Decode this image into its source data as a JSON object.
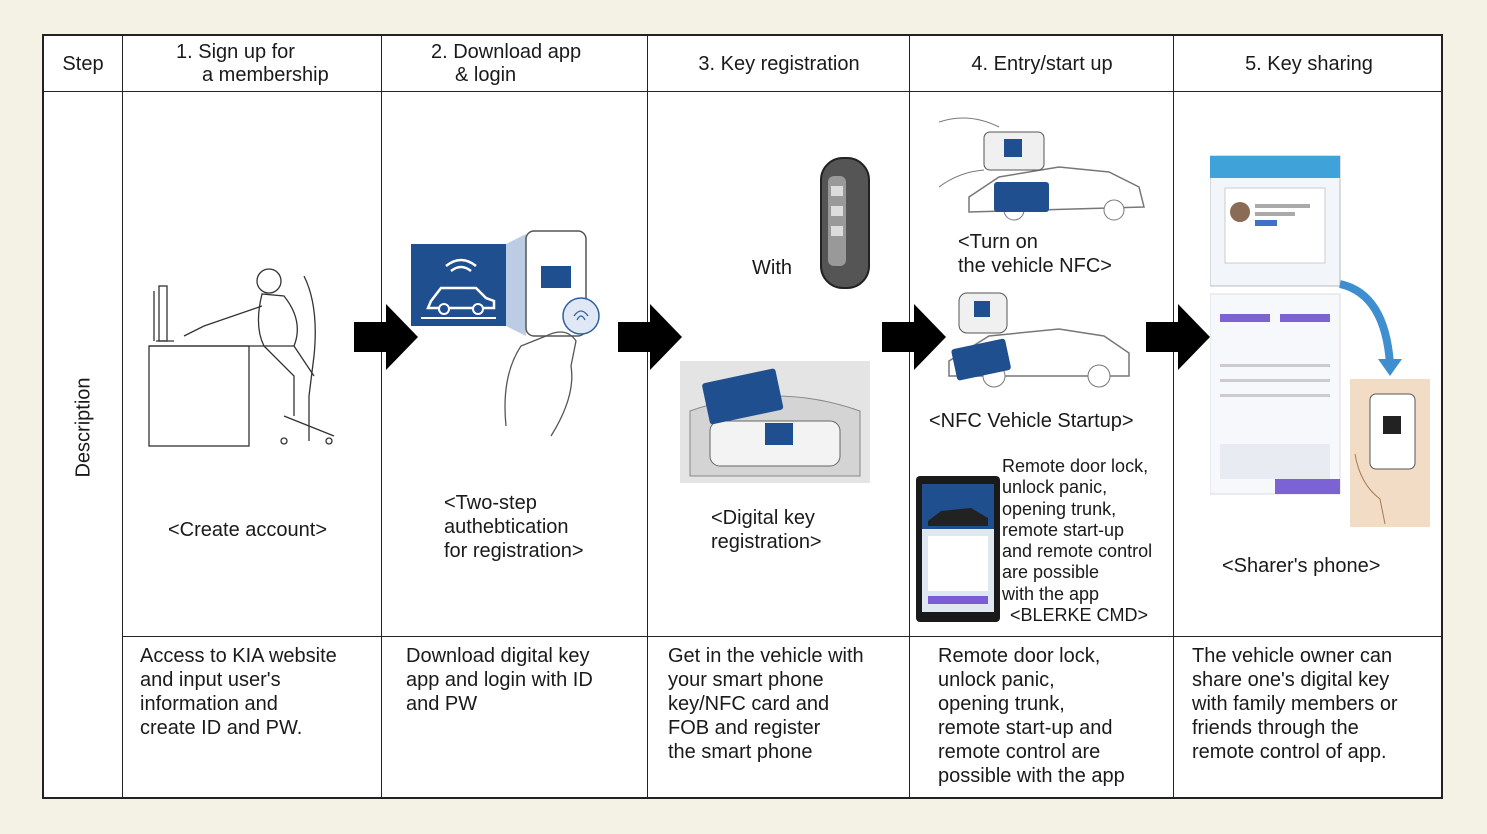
{
  "header": {
    "step_label": "Step",
    "col1": "1.  Sign up for\n     a membership",
    "col1_line1": "1.  Sign up for",
    "col1_line2": "a membership",
    "col2_line1": "2.  Download app",
    "col2_line2": "& login",
    "col3": "3.  Key registration",
    "col4": "4.  Entry/start up",
    "col5": "5.  Key sharing"
  },
  "row_label": "Description",
  "illustrations": {
    "col1_caption": "<Create account>",
    "col2_caption_l1": "<Two-step",
    "col2_caption_l2": "authebtication",
    "col2_caption_l3": "for registration>",
    "col3_with": "With",
    "col3_caption_l1": "<Digital key",
    "col3_caption_l2": "registration>",
    "col4_caption1_l1": "<Turn on",
    "col4_caption1_l2": "the vehicle NFC>",
    "col4_caption2": "<NFC Vehicle Startup>",
    "col4_remote_l1": "Remote door lock,",
    "col4_remote_l2": "unlock panic,",
    "col4_remote_l3": "opening trunk,",
    "col4_remote_l4": "remote start-up",
    "col4_remote_l5": "and remote control",
    "col4_remote_l6": "are possible",
    "col4_remote_l7": "with the app",
    "col4_remote_l8": "<BLERKE CMD>",
    "col5_caption": "<Sharer's phone>"
  },
  "descriptions": {
    "col1": [
      "Access to KIA website",
      "and input user's",
      "information and",
      "create ID and PW."
    ],
    "col2": [
      "Download digital key",
      "app and login with ID",
      "and PW"
    ],
    "col3": [
      "Get in the vehicle with",
      "your smart phone",
      "key/NFC card and",
      "FOB and register",
      "the smart phone"
    ],
    "col4": [
      "Remote door lock,",
      "unlock panic,",
      "opening trunk,",
      "remote start-up and",
      "remote control are",
      "possible with the app"
    ],
    "col5": [
      "The vehicle owner can",
      "share one's digital key",
      "with family members or",
      "friends through the",
      "remote control of app."
    ]
  },
  "colors": {
    "background": "#f4f2e4",
    "brand_blue": "#1f4f8f",
    "arrow": "#000000"
  }
}
